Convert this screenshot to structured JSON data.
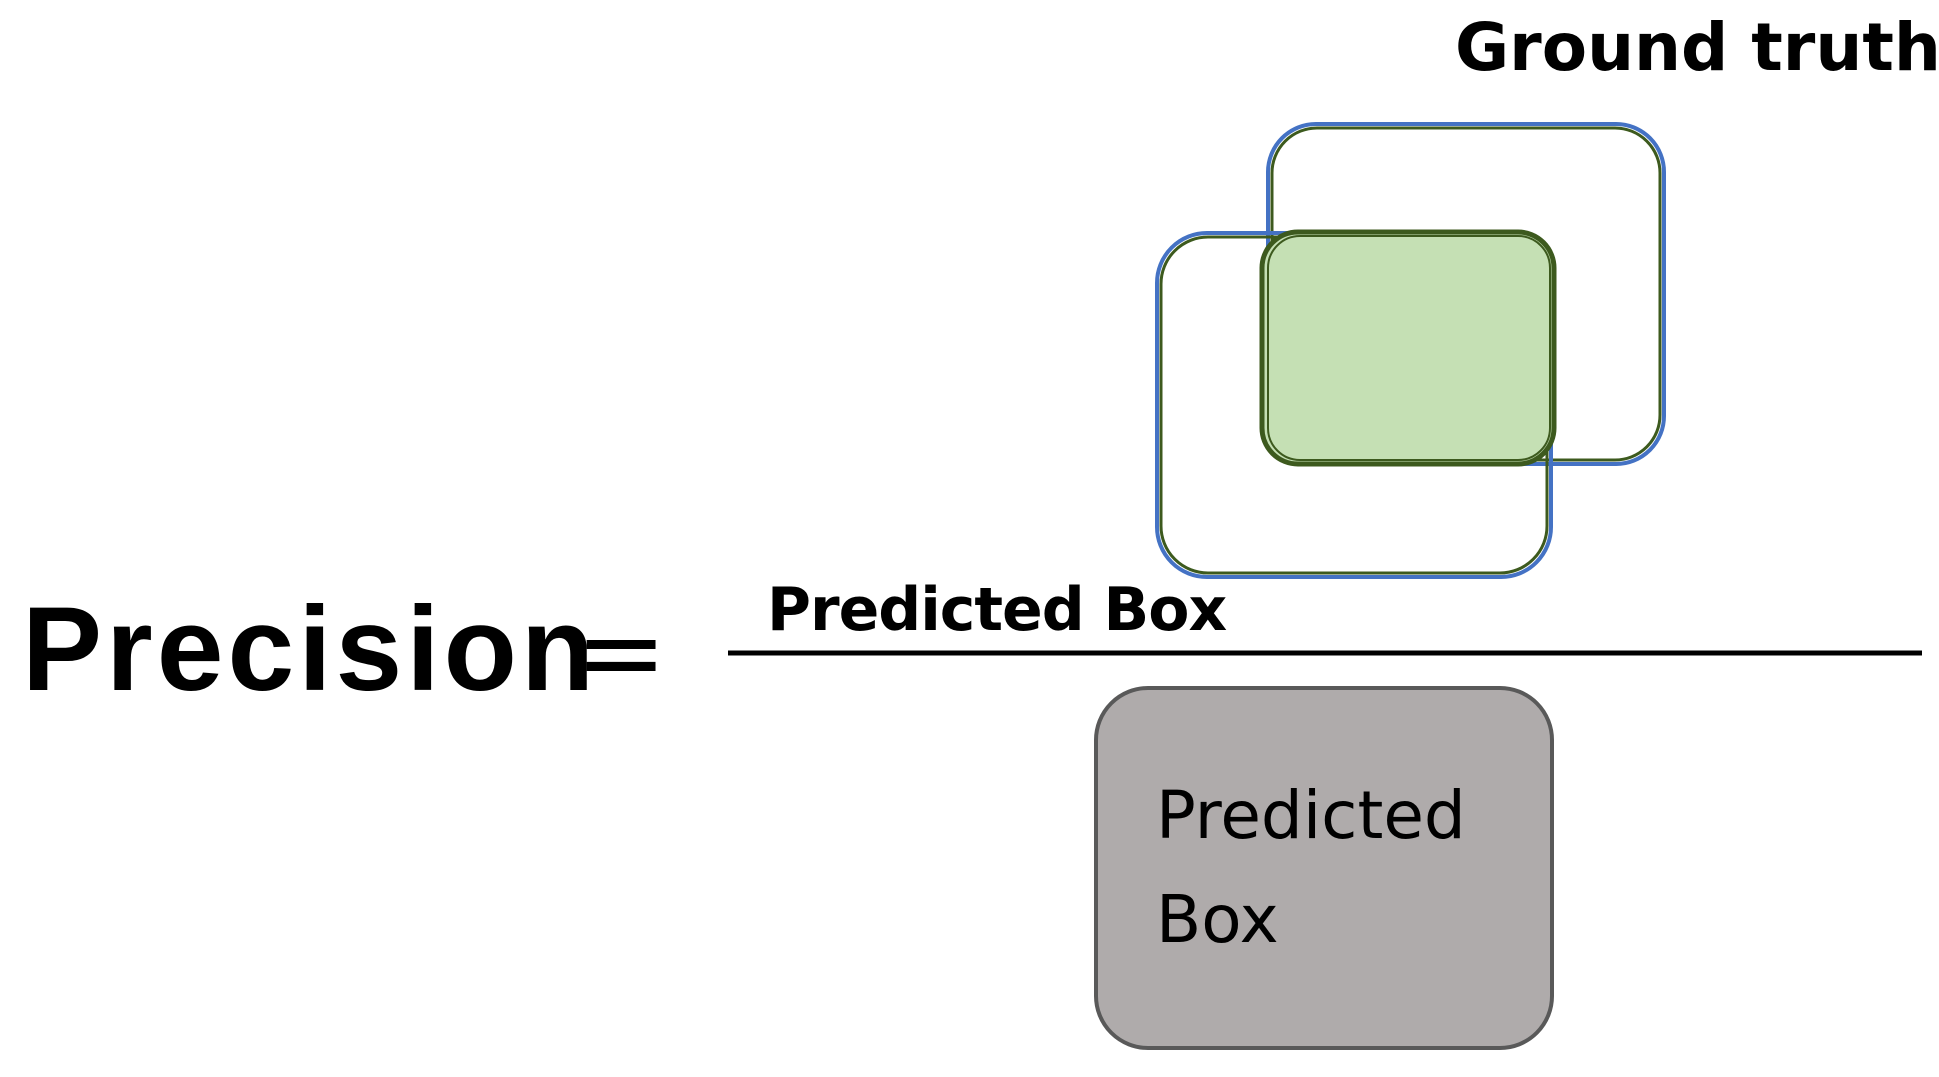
{
  "diagram": {
    "ground_truth_label": "Ground truth",
    "lhs_label": "Precision",
    "equals_sign": "=",
    "numerator_label": "Predicted Box",
    "denominator_label_line1": "Predicted",
    "denominator_label_line2": "Box"
  },
  "colors": {
    "ground_truth_stroke": "#4472C4",
    "predicted_stroke": "#3D5A1E",
    "intersection_fill": "#C5E0B4",
    "denominator_fill": "#AFABAB",
    "denominator_stroke": "#595959",
    "text": "#000000",
    "background": "#FFFFFF"
  }
}
